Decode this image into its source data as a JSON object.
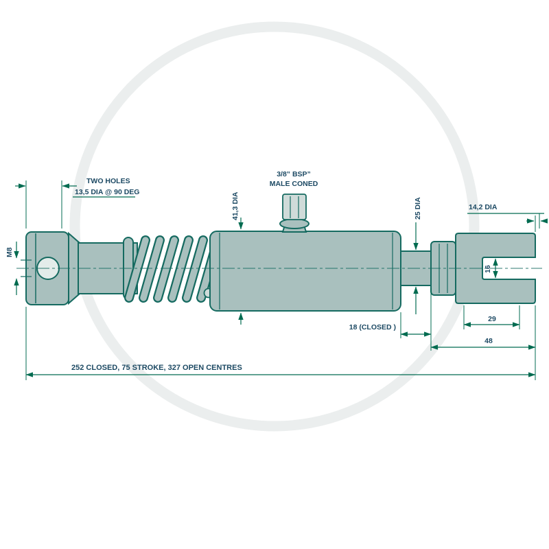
{
  "drawing": {
    "type": "technical-dimension-drawing",
    "subject": "hydraulic-cylinder-with-spring-and-clevis"
  },
  "colors": {
    "part_fill": "#a9c0be",
    "part_fill_light": "#cfdbd9",
    "part_outline": "#156a60",
    "dimension_line": "#006b50",
    "label_text": "#1c4963",
    "watermark": "#ebeeee",
    "background": "#ffffff"
  },
  "labels": {
    "two_holes_1": "TWO HOLES",
    "two_holes_2": "13,5 DIA @ 90 DEG",
    "m8": "M8",
    "dia_41_3": "41,3 DIA",
    "bsp_1": "3/8” BSP”",
    "bsp_2": "MALE CONED",
    "dia_25": "25 DIA",
    "dia_14_2": "14,2 DIA",
    "slot_16": "16",
    "depth_29": "29",
    "length_48": "48",
    "closed_18": "18 (CLOSED )",
    "overall": "252 CLOSED, 75 STROKE, 327 OPEN CENTRES"
  }
}
